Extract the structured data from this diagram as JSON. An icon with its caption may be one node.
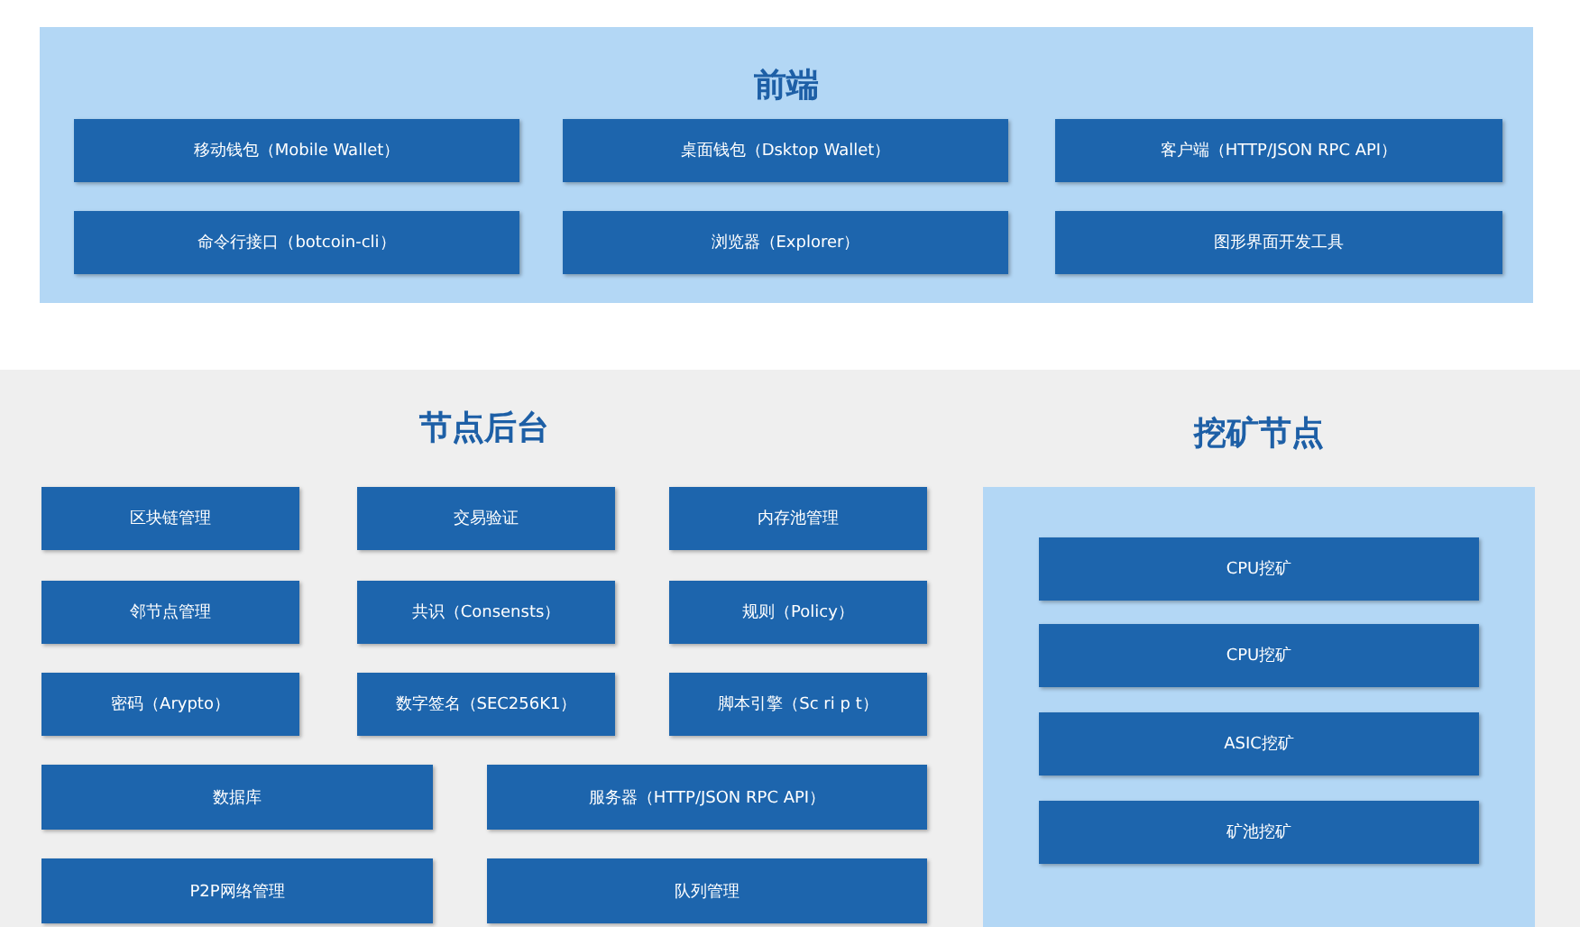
{
  "diagram": {
    "nodes": [
      {
        "text": [
          "前端"
        ]
      },
      {
        "text": [
          "移动钱包（Mobile Wallet）"
        ],
        "in": 0
      },
      {
        "text": [
          "桌面钱包（Dsktop Wallet）"
        ],
        "in": 0
      },
      {
        "text": [
          "客户端（HTTP/JSON RPC API）"
        ],
        "in": 0
      },
      {
        "text": [
          "命令行接口（botcoin-cli）"
        ],
        "in": 0
      },
      {
        "text": [
          "浏览器（Explorer）"
        ],
        "in": 0
      },
      {
        "text": [
          "图形界面开发工具"
        ],
        "in": 0
      },
      {
        "text": [
          "节点后台"
        ]
      },
      {
        "text": [
          "区块链管理"
        ],
        "in": 7
      },
      {
        "text": [
          "交易验证"
        ],
        "in": 7
      },
      {
        "text": [
          "内存池管理"
        ],
        "in": 7
      },
      {
        "text": [
          "邻节点管理"
        ],
        "in": 7
      },
      {
        "text": [
          "共识（Consensts）"
        ],
        "in": 7
      },
      {
        "text": [
          "规则（Policy）"
        ],
        "in": 7
      },
      {
        "text": [
          "密码（Arypto）"
        ],
        "in": 7
      },
      {
        "text": [
          "数字签名（SEC256K1）"
        ],
        "in": 7
      },
      {
        "text": [
          "脚本引擎（Sc ri p t）"
        ],
        "in": 7
      },
      {
        "text": [
          "数据库"
        ],
        "in": 7
      },
      {
        "text": [
          "服务器（HTTP/JSON RPC API）"
        ],
        "in": 7
      },
      {
        "text": [
          "P2P网络管理"
        ],
        "in": 7
      },
      {
        "text": [
          "队列管理"
        ],
        "in": 7
      },
      {
        "text": [
          "挖矿节点"
        ],
        "in": 7
      },
      {
        "text": [
          "CPU挖矿"
        ],
        "in": 21
      },
      {
        "text": [
          "CPU挖矿"
        ],
        "in": 21
      },
      {
        "text": [
          "ASIC挖矿"
        ],
        "in": 21
      },
      {
        "text": [
          "矿池挖矿"
        ],
        "in": 21
      }
    ],
    "edges": []
  }
}
